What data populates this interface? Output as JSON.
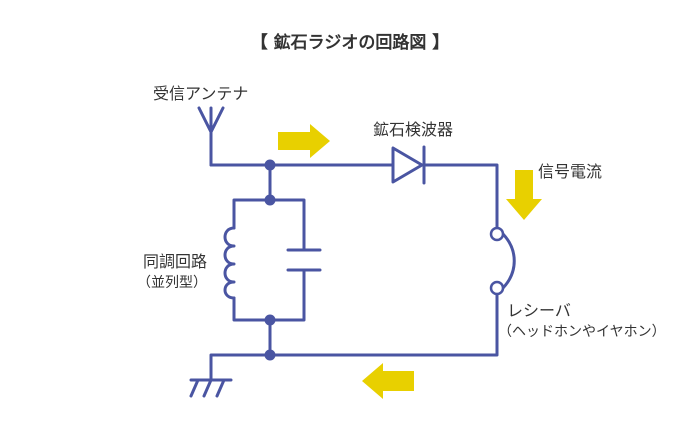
{
  "title": "【 鉱石ラジオの回路図 】",
  "labels": {
    "antenna": "受信アンテナ",
    "detector": "鉱石検波器",
    "signal_current": "信号電流",
    "tuning_circuit": "同調回路",
    "tuning_circuit_note": "（並列型）",
    "receiver": "レシーバ",
    "receiver_note": "（ヘッドホンやイヤホン）"
  },
  "colors": {
    "wire": "#4a55a2",
    "arrow": "#e8d000",
    "text": "#333333",
    "background": "#ffffff"
  }
}
